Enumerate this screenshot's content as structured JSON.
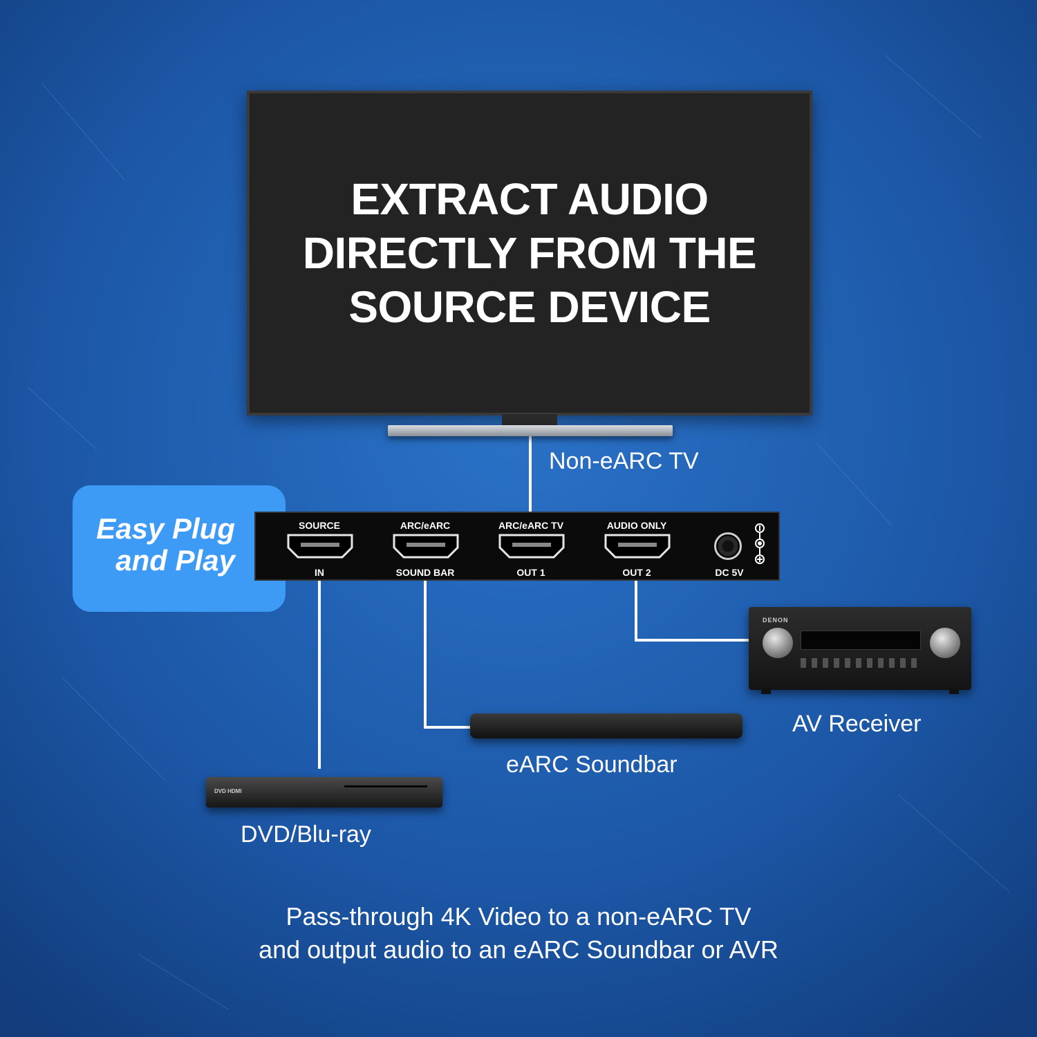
{
  "tv": {
    "headline": [
      "EXTRACT AUDIO",
      "DIRECTLY FROM THE",
      "SOURCE DEVICE"
    ],
    "label": "Non-eARC TV"
  },
  "badge": {
    "lines": [
      "Easy Plug",
      "and Play"
    ],
    "color": "#3d9bf5"
  },
  "extractor": {
    "ports": [
      {
        "top": "SOURCE",
        "bottom": "IN"
      },
      {
        "top": "ARC/eARC",
        "bottom": "SOUND BAR"
      },
      {
        "top": "ARC/eARC TV",
        "bottom": "OUT 1"
      },
      {
        "top": "AUDIO ONLY",
        "bottom": "OUT 2"
      }
    ],
    "power_label": "DC 5V"
  },
  "devices": {
    "receiver": {
      "label": "AV Receiver",
      "brand": "DENON"
    },
    "soundbar": {
      "label": "eARC Soundbar"
    },
    "player": {
      "label": "DVD/Blu-ray",
      "logo": "DVD HDMI"
    }
  },
  "caption": [
    "Pass-through 4K Video to a non-eARC TV",
    "and output audio to an eARC Soundbar or AVR"
  ],
  "colors": {
    "background": "#1f5fb0",
    "wire": "#ffffff"
  }
}
